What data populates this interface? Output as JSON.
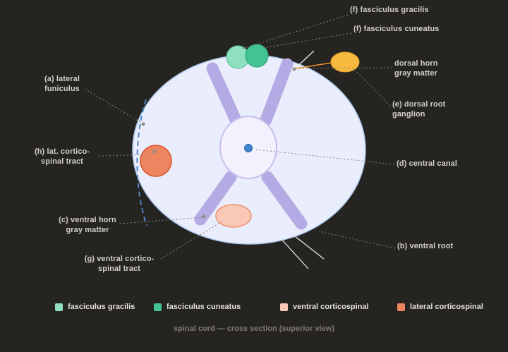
{
  "caption": "spinal cord — cross section (superior view)",
  "colors": {
    "background": "#262420",
    "cord_fill": "#eaedfb",
    "cord_stroke": "#a9c7ee",
    "gray_matter_horns": "#b5abe4",
    "central_canal": "#3f86d2",
    "fasciculus_gracilis": "#8fdfc1",
    "fasciculus_cuneatus": "#44c392",
    "ventral_corticospinal": "#f9c9b6",
    "lateral_corticospinal": "#ee8561",
    "dorsal_root_ganglion": "#f7ba3e",
    "lateral_funiculus_dash": "#4f86c6"
  },
  "annotations": {
    "fasciculus_gracilis": "(f) fasciculus gracilis",
    "fasciculus_cuneatus": "(f) fasciculus cuneatus",
    "dorsal_horn_line1": "dorsal horn",
    "dorsal_horn_line2": "gray matter",
    "dorsal_root_ganglion_line1": "(e) dorsal root",
    "dorsal_root_ganglion_line2": "ganglion",
    "central_canal": "(d) central canal",
    "ventral_root": "(b) ventral root",
    "lateral_funiculus_line1": "(a) lateral",
    "lateral_funiculus_line2": "funiculus",
    "lat_corticospinal_line1": "(h) lat. cortico-",
    "lat_corticospinal_line2": "spinal tract",
    "ventral_horn_line1": "(c) ventral horn",
    "ventral_horn_line2": "gray matter",
    "ventral_corticospinal_line1": "(g) ventral cortico-",
    "ventral_corticospinal_line2": "spinal tract"
  },
  "legend": [
    {
      "label": "fasciculus gracilis",
      "color": "#8fdfc1"
    },
    {
      "label": "fasciculus cuneatus",
      "color": "#44c392"
    },
    {
      "label": "ventral corticospinal",
      "color": "#f9c9b6"
    },
    {
      "label": "lateral corticospinal",
      "color": "#ee8561"
    }
  ]
}
